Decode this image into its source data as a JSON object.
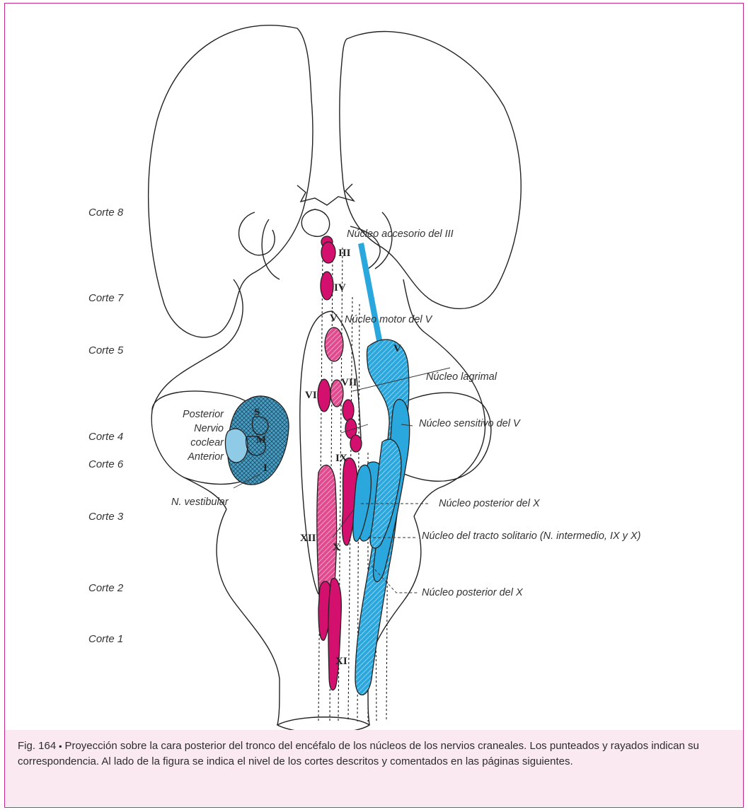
{
  "corte_labels": [
    "Corte 8",
    "Corte 7",
    "Corte 5",
    "Corte 4",
    "Corte 6",
    "Corte 3",
    "Corte 2",
    "Corte 1"
  ],
  "labels": {
    "accesorio_iii": "Núcleo accesorio del III",
    "motor_v": "Núcleo motor del V",
    "lagrimal": "Núcleo lagrimal",
    "sensitivo_v": "Núcleo sensitivo del V",
    "posterior_x_1": "Núcleo posterior del X",
    "tracto_solitario": "Núcleo del tracto solitario (N. intermedio, IX y X)",
    "posterior_x_2": "Núcleo posterior del X",
    "coclear_posterior": "Posterior",
    "coclear_nervio": "Nervio",
    "coclear_coclear": "coclear",
    "coclear_anterior": "Anterior",
    "vestibular": "N. vestibular"
  },
  "roman_numerals": {
    "iii": "III",
    "iv": "IV",
    "v_motor": "V",
    "v_sensory": "V",
    "vi": "VI",
    "vii": "VII",
    "ix": "IX",
    "x": "X",
    "xi": "XI",
    "xii": "XII",
    "s": "S",
    "m": "M",
    "i": "I"
  },
  "caption": {
    "fig_label": "Fig. 164",
    "bullet": "▪",
    "text": "Proyección sobre la cara posterior del tronco del encéfalo de los núcleos de los nervios craneales. Los punteados y rayados indican su correspondencia. Al lado de la figura se indica el nivel de los cortes descritos y comentados en las páginas siguientes."
  },
  "colors": {
    "frame": "#c4268f",
    "motor_nuclei": "#d4106e",
    "sensory_nuclei": "#2aa7dc",
    "caption_band": "#fbe9f1"
  }
}
